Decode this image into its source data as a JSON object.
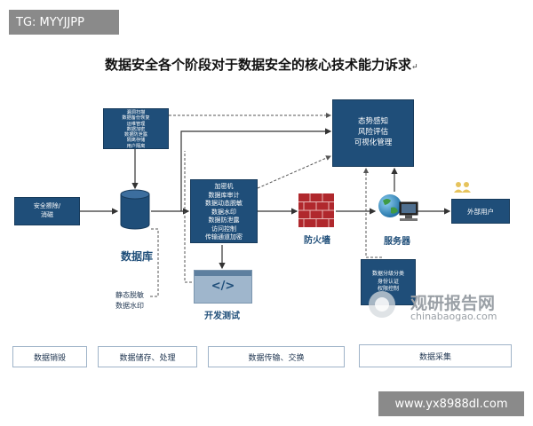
{
  "top_tag": "TG: MYYJJPP",
  "title": "数据安全各个阶段对于数据安全的核心技术能力诉求",
  "title_mark": "↵",
  "boxes": {
    "security_destroy": [
      "安全擦除/",
      "消磁"
    ],
    "storage_top": [
      "漏洞扫描",
      "数据备份恢复",
      "运维管理",
      "数据加密",
      "数据防泄露",
      "隔离存储",
      "用户隔离"
    ],
    "transfer": [
      "加密机",
      "数据库审计",
      "数据动态脱敏",
      "数据水印",
      "数据防泄露",
      "访问控制",
      "传输通道加密"
    ],
    "situation": [
      "态势感知",
      "风险评估",
      "可视化管理"
    ],
    "server_bottom": [
      "数据分级分类",
      "身份认证",
      "权限控制"
    ],
    "external_user": "外部用户"
  },
  "labels": {
    "database": "数据库",
    "static_mask": "静态脱敏",
    "data_watermark": "数据水印",
    "dev_test": "开发测试",
    "firewall": "防火墙",
    "server": "服务器",
    "code_glyph": "</>"
  },
  "stages": [
    "数据销毁",
    "数据储存、处理",
    "数据传输、交换",
    "数据采集"
  ],
  "watermark": {
    "brand": "观研报告网",
    "url": "chinabaogao.com"
  },
  "bottom_tag": "www.yx8988dl.com",
  "colors": {
    "box": "#1f4e79",
    "arrow": "#333333",
    "dashed": "#555555",
    "firewall": "#b0282d",
    "tag": "#8a8a8a"
  }
}
